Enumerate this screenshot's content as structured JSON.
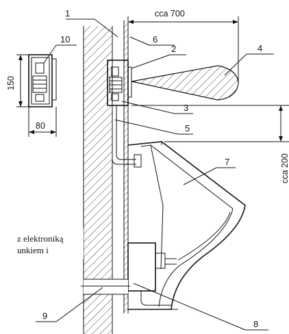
{
  "callouts": {
    "c1": "1",
    "c2": "2",
    "c3": "3",
    "c4": "4",
    "c5": "5",
    "c6": "6",
    "c7": "7",
    "c8": "8",
    "c9": "9",
    "c10": "10"
  },
  "dimensions": {
    "width_700": "cca 700",
    "height_200": "cca 200",
    "detail_height": "150",
    "detail_width": "80"
  },
  "note": {
    "line1": "z elektroniką",
    "line2": "unkiem i"
  },
  "colors": {
    "line": "#111111",
    "background": "#ffffff"
  }
}
